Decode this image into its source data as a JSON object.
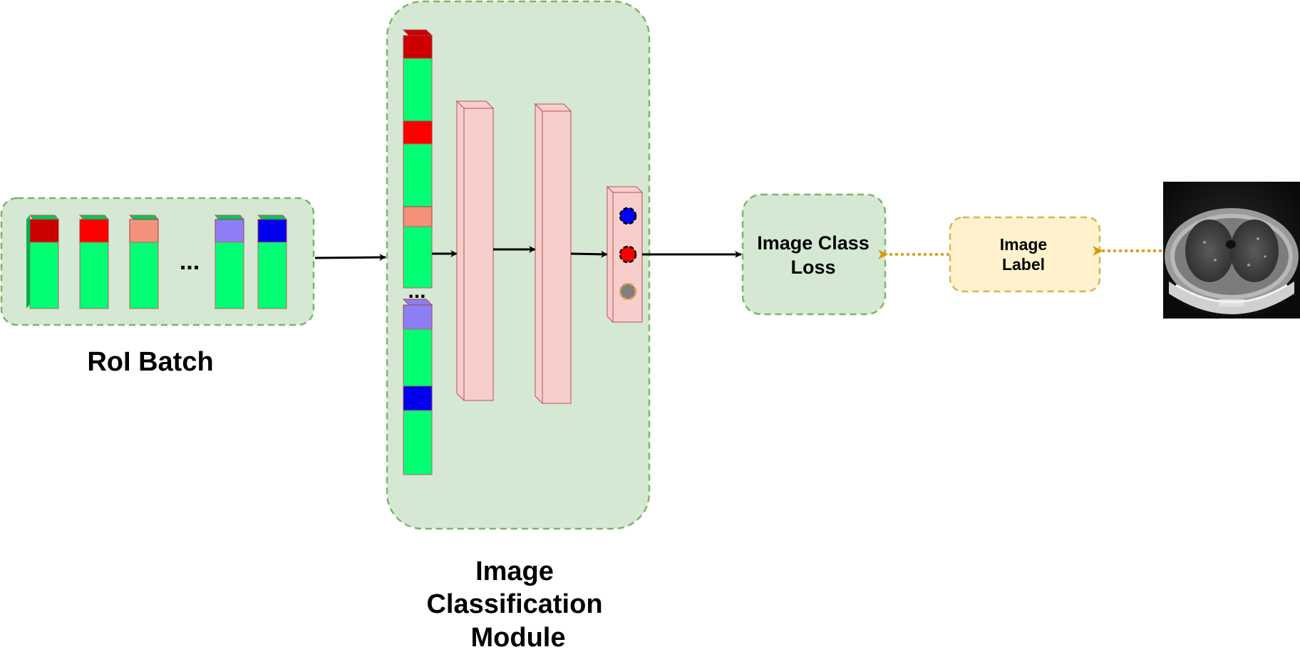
{
  "labels": {
    "roi_batch": "RoI Batch",
    "module_line1": "Image",
    "module_line2": "Classification",
    "module_line3": "Module",
    "loss_line1": "Image Class",
    "loss_line2": "Loss",
    "label_line1": "Image",
    "label_line2": "Label",
    "batch_ellipsis": "...",
    "stack_ellipsis": "..."
  },
  "colors": {
    "green_panel_fill": "#d5e8d4",
    "green_panel_border": "#82b366",
    "yellow_panel_fill": "#fff2cc",
    "yellow_panel_border": "#d6b656",
    "feature_green": "#00ff73",
    "pink_layer": "#f8cecc",
    "pink_border": "#b85450",
    "arrow": "#000000",
    "dotted_arrow": "#d79b00"
  },
  "roi_cubes": [
    {
      "top_color": "#cc0000"
    },
    {
      "top_color": "#ff0000"
    },
    {
      "top_color": "#f4917c"
    },
    {
      "top_color": "#8c7ff5"
    },
    {
      "top_color": "#0000ee"
    }
  ],
  "output_nodes": [
    {
      "color": "#0000ff"
    },
    {
      "color": "#ff0000"
    },
    {
      "color": "#808080"
    }
  ]
}
